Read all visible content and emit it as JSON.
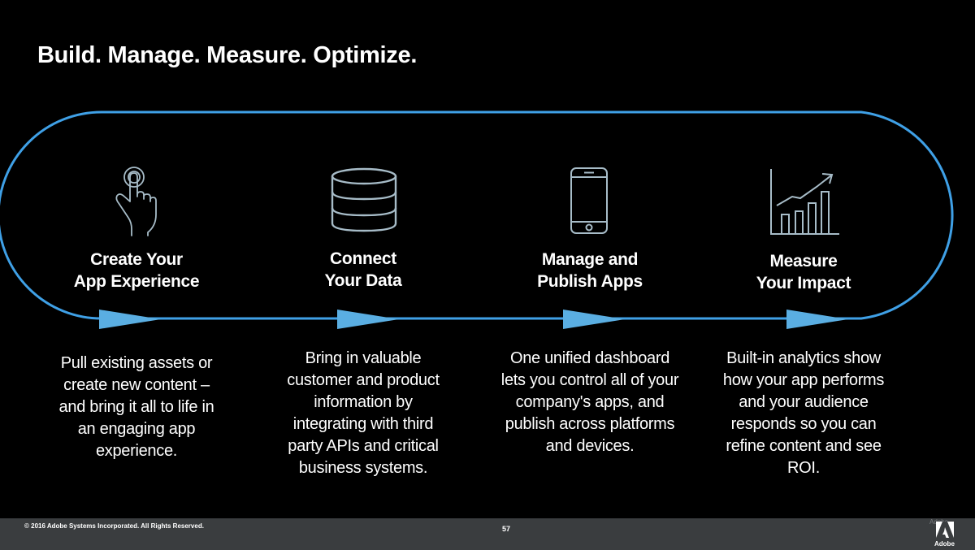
{
  "title": "Build. Manage. Measure. Optimize.",
  "colors": {
    "loop": "#3fa0e6",
    "arrow": "#5aaee2",
    "icon": "#a7bcc8",
    "footer": "#3a3d3f"
  },
  "steps": [
    {
      "icon": "touch-hand-icon",
      "title_lines": [
        "Create Your",
        "App Experience"
      ],
      "desc_lines": [
        "Pull existing assets or",
        "create new content –",
        "and bring it all to life in",
        "an engaging app",
        "experience."
      ]
    },
    {
      "icon": "database-icon",
      "title_lines": [
        "Connect",
        "Your Data"
      ],
      "desc_lines": [
        "Bring in valuable",
        "customer and product",
        "information by",
        "integrating with third",
        "party APIs and critical",
        "business systems."
      ]
    },
    {
      "icon": "smartphone-icon",
      "title_lines": [
        "Manage and",
        "Publish Apps"
      ],
      "desc_lines": [
        "One unified dashboard",
        "lets you control all of your",
        "company's apps, and",
        "publish across platforms",
        "and devices."
      ]
    },
    {
      "icon": "growth-chart-icon",
      "title_lines": [
        "Measure",
        "Your Impact"
      ],
      "desc_lines": [
        "Built-in analytics show",
        "how your app performs",
        "and your audience",
        "responds so you can",
        "refine content and see",
        "ROI."
      ]
    }
  ],
  "footer": {
    "copyright": "© 2016 Adobe Systems Incorporated.  All Rights Reserved.",
    "page_number": "57",
    "adobe_word": "Adobe",
    "logo_label": "Adobe"
  }
}
